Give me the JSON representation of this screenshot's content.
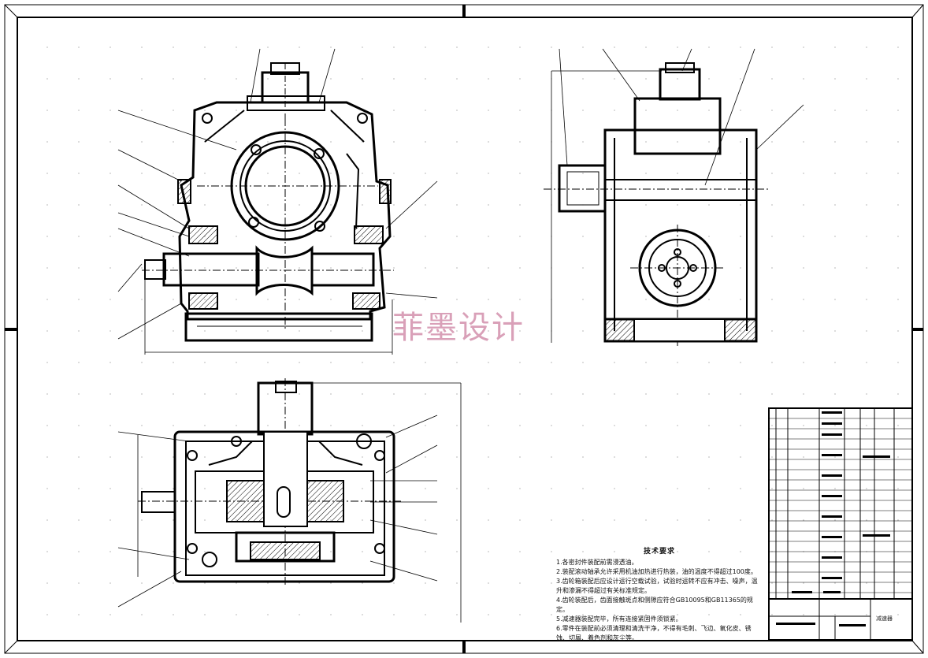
{
  "watermark": "菲墨设计",
  "technical_requirements": {
    "title": "技术要求",
    "items": [
      "1.各密封件装配前需浸透油。",
      "2.装配滚动轴承允许采用机油加热进行热装，油的温度不得超过100度。",
      "3.齿轮箱装配后应设计运行空载试验，试验时运转不应有冲击、噪声，温升和渗漏不得超过有关标准规定。",
      "4.齿轮装配后，齿面接触斑点和侧隙应符合GB10095和GB11365的规定。",
      "5.减速器装配完毕，所有连接紧固件须锁紧。",
      "6.零件在装配前必须清理和清洗干净，不得有毛刺、飞边、氧化皮、锈蚀、切屑、着色剂和灰尘等。"
    ]
  },
  "title_block": {
    "drawing_name": "减速器"
  },
  "colors": {
    "line": "#000000",
    "watermark": "#d9a0b8",
    "background": "#ffffff"
  }
}
